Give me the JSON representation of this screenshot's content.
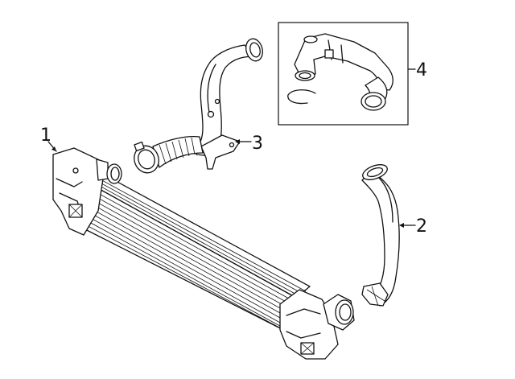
{
  "diagram": {
    "callouts": [
      {
        "id": "intercooler",
        "label": "1"
      },
      {
        "id": "outlet-hose",
        "label": "2"
      },
      {
        "id": "inlet-tube",
        "label": "3"
      },
      {
        "id": "duct-kit",
        "label": "4"
      }
    ]
  }
}
